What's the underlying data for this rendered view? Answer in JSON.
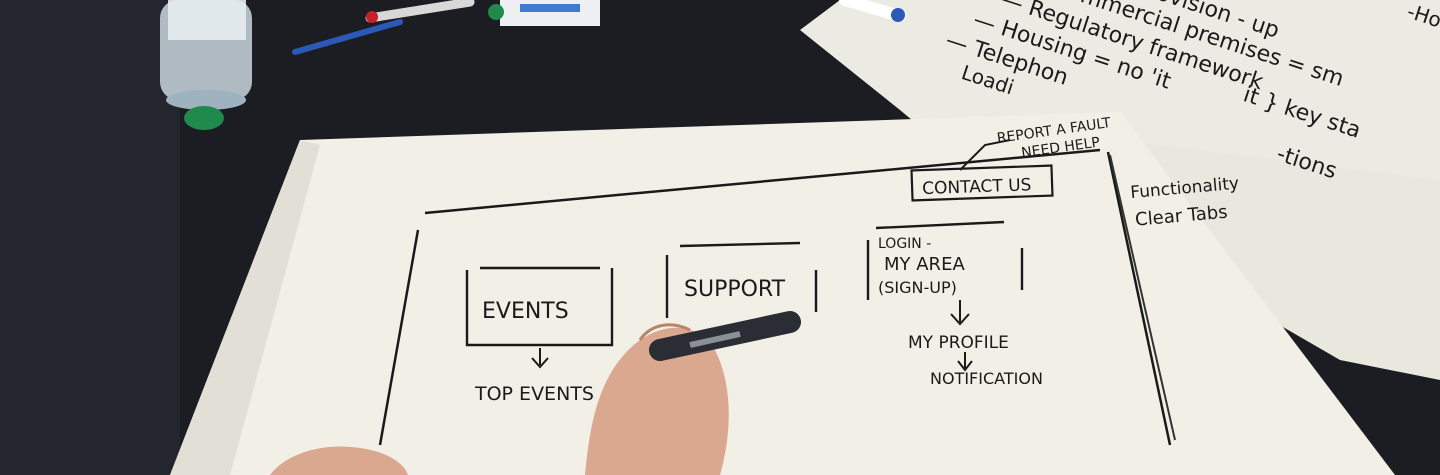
{
  "scene": {
    "colors": {
      "table": "#1b1d22",
      "paper": "#f2f0e6",
      "ink": "#1a1a1a",
      "skin": "#d9a88f",
      "cap_green": "#1f8a4c",
      "pen_blue": "#2b59b8",
      "marker_red": "#c8202a"
    },
    "wireframe": {
      "contact_box": "CONTACT US",
      "contact_note_line1": "REPORT A FAULT",
      "contact_note_line2": "NEED HELP",
      "events_box": "EVENTS",
      "events_child": "TOP EVENTS",
      "support_box": "SUPPORT",
      "login_box_line1": "LOGIN -",
      "login_box_line2": "MY AREA",
      "login_box_line3": "(SIGN-UP)",
      "login_child1": "MY PROFILE",
      "login_child2": "NOTIFICATION"
    },
    "side_notes": {
      "line1": "Functionality",
      "line2": "Clear Tabs"
    },
    "back_sheet": {
      "line1": "— land provision - up",
      "line2": "— commercial premises = sm",
      "line3": "— Regulatory framework",
      "line4": "— Housing = no 'it",
      "line5": "— Telephon",
      "line6": "Loadi",
      "line7": "it } key sta",
      "line8": "-tions",
      "line9": "-How"
    }
  }
}
